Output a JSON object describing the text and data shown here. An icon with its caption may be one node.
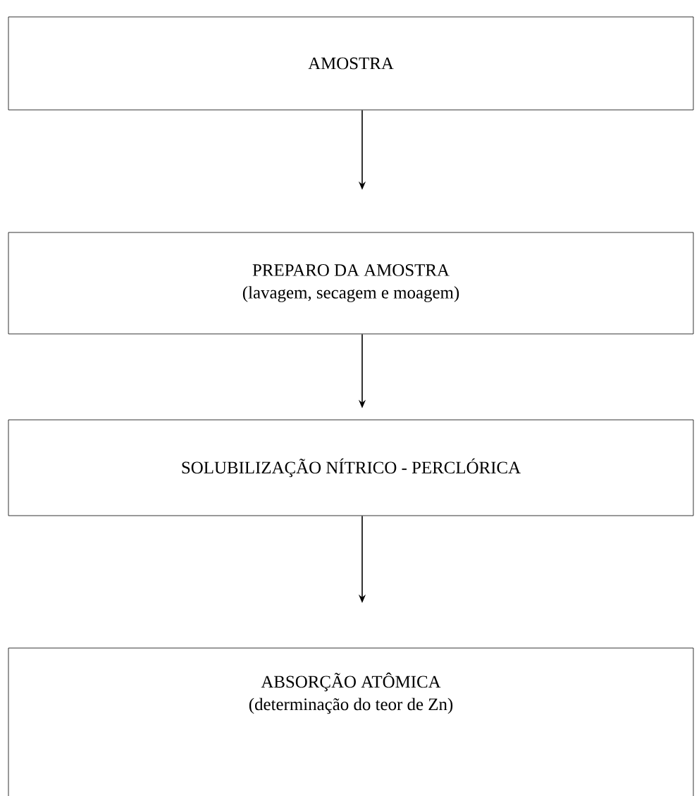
{
  "diagram": {
    "nodes": [
      {
        "text": [
          "AMOSTRA"
        ]
      },
      {
        "text": [
          "PREPARO DA AMOSTRA",
          "(lavagem, secagem e moagem)"
        ]
      },
      {
        "text": [
          "SOLUBILIZAÇÃO NÍTRICO - PERCLÓRICA"
        ]
      },
      {
        "text": [
          "ABSORÇÃO ATÔMICA",
          "(determinação do teor de Zn)"
        ]
      }
    ],
    "edges": [
      {
        "from": 0,
        "to": 1,
        "arrow": "to"
      },
      {
        "from": 1,
        "to": 2,
        "arrow": "to"
      },
      {
        "from": 2,
        "to": 3,
        "arrow": "to"
      }
    ]
  }
}
